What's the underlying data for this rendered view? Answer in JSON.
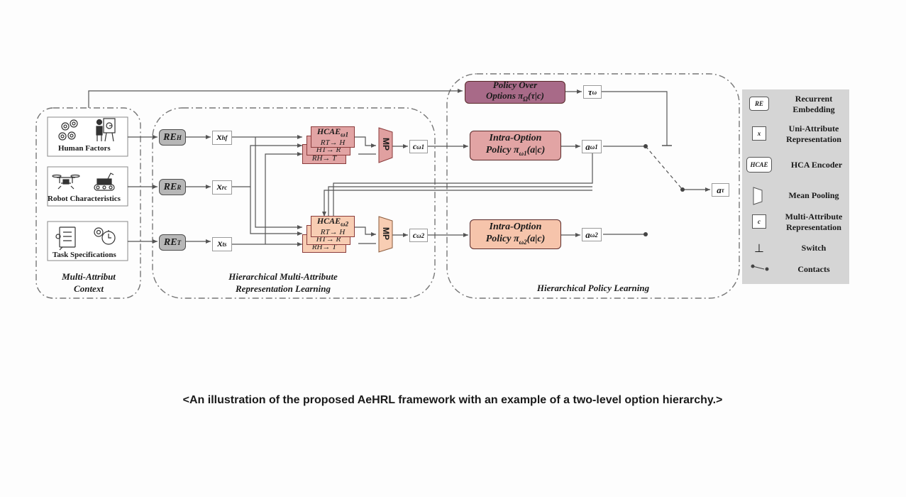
{
  "context": {
    "human_factors": "Human Factors",
    "robot_characteristics": "Robot Characteristics",
    "task_specifications": "Task Specifications",
    "group_label_line1": "Multi-Attribut",
    "group_label_line2": "Context"
  },
  "representation": {
    "re_h": "RE",
    "re_h_sub": "H",
    "re_r": "RE",
    "re_r_sub": "R",
    "re_t": "RE",
    "re_t_sub": "T",
    "x_hf": "x",
    "x_hf_sub": "hf",
    "x_rc": "x",
    "x_rc_sub": "rc",
    "x_ts": "x",
    "x_ts_sub": "ts",
    "hcae_label": "HCAE",
    "hcae1_sub": "ω1",
    "hcae2_sub": "ω2",
    "layer_rt_h": "RT→ H",
    "layer_ht_r": "HT→ R",
    "layer_rh_t": "RH→ T",
    "mp_label": "MP",
    "c1": "c",
    "c1_sub": "ω1",
    "c2": "c",
    "c2_sub": "ω2",
    "group_label_line1": "Hierarchical Multi-Attribute",
    "group_label_line2": "Representation Learning"
  },
  "policy": {
    "over_line1": "Policy Over",
    "over_line2": "Options π",
    "over_sub": "Ω",
    "over_arg": "(τ|c)",
    "tau": "τ",
    "tau_sub": "ω",
    "intra_line1": "Intra-Option",
    "intra_line2": "Policy π",
    "intra1_sub": "ω1",
    "intra2_sub": "ω2",
    "intra_arg": "(a|c)",
    "a1": "a",
    "a1_sub": "ω1",
    "a2": "a",
    "a2_sub": "ω2",
    "a_tau": "a",
    "a_tau_sub": "τ",
    "group_label": "Hierarchical Policy Learning"
  },
  "legend": {
    "re_icon": "RE",
    "re_label_1": "Recurrent",
    "re_label_2": "Embedding",
    "x_icon": "x",
    "x_label_1": "Uni-Attribute",
    "x_label_2": "Representation",
    "hcae_icon": "HCAE",
    "hcae_label": "HCA Encoder",
    "mp_label": "Mean Pooling",
    "c_icon": "c",
    "c_label_1": "Multi-Attribute",
    "c_label_2": "Representation",
    "switch_icon": "⊥",
    "switch_label": "Switch",
    "contacts_label": "Contacts"
  },
  "colors": {
    "policy_over": "#a86a88",
    "intra_option": "#f6c4ab",
    "hcae1": "#e2a4a4",
    "hcae2": "#f8cdb3",
    "re_fill": "#b7b7b7",
    "legend_bg": "#d5d5d5"
  },
  "icons": [
    "gears-people-icon",
    "presenter-icon",
    "drone-icon",
    "tracked-robot-icon",
    "checklist-icon",
    "gear-stopwatch-icon"
  ],
  "caption": "<An illustration of the proposed AeHRL framework with an example of a two-level option hierarchy.>"
}
